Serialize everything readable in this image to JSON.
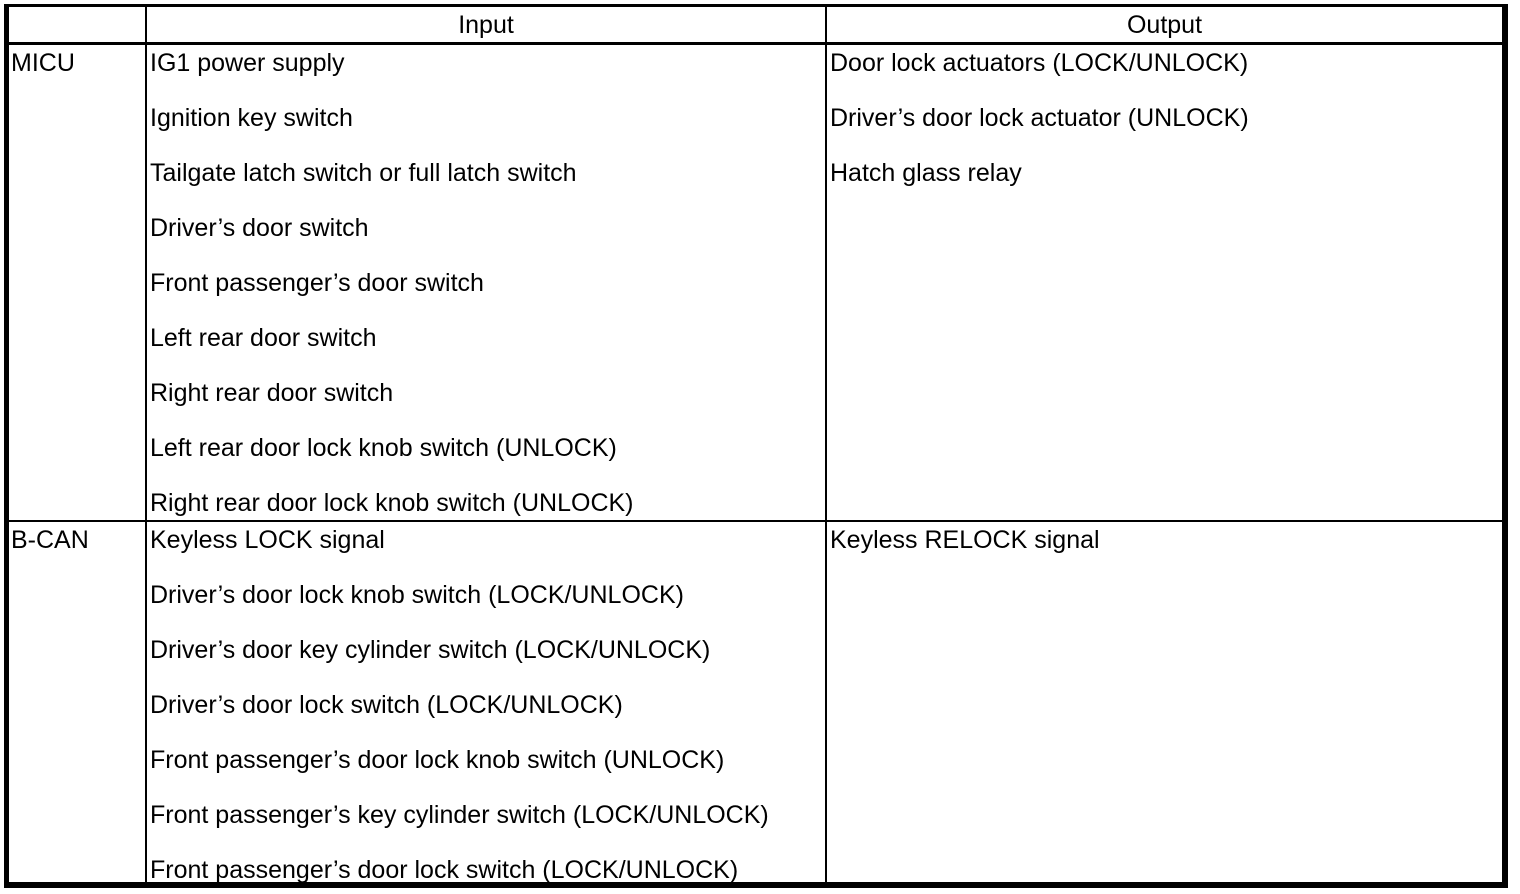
{
  "table": {
    "headers": {
      "device": "",
      "input": "Input",
      "output": "Output"
    },
    "rows": [
      {
        "device": "MICU",
        "inputs": [
          "IG1 power supply",
          "Ignition key switch",
          "Tailgate latch switch or full latch switch",
          "Driver’s door switch",
          "Front passenger’s door switch",
          "Left rear door switch",
          "Right rear door switch",
          "Left rear door lock knob switch (UNLOCK)",
          "Right rear door lock knob switch (UNLOCK)"
        ],
        "outputs": [
          "Door lock actuators (LOCK/UNLOCK)",
          "Driver’s door lock actuator (UNLOCK)",
          "Hatch glass relay"
        ]
      },
      {
        "device": "B-CAN",
        "inputs": [
          "Keyless LOCK signal",
          "Driver’s door lock knob switch (LOCK/UNLOCK)",
          "Driver’s door key cylinder switch (LOCK/UNLOCK)",
          "Driver’s door lock switch (LOCK/UNLOCK)",
          "Front passenger’s door lock knob switch (UNLOCK)",
          "Front passenger’s key cylinder switch (LOCK/UNLOCK)",
          "Front passenger’s door lock switch (LOCK/UNLOCK)"
        ],
        "outputs": [
          "Keyless RELOCK signal"
        ]
      }
    ],
    "border_color": "#000000",
    "background_color": "#ffffff"
  }
}
